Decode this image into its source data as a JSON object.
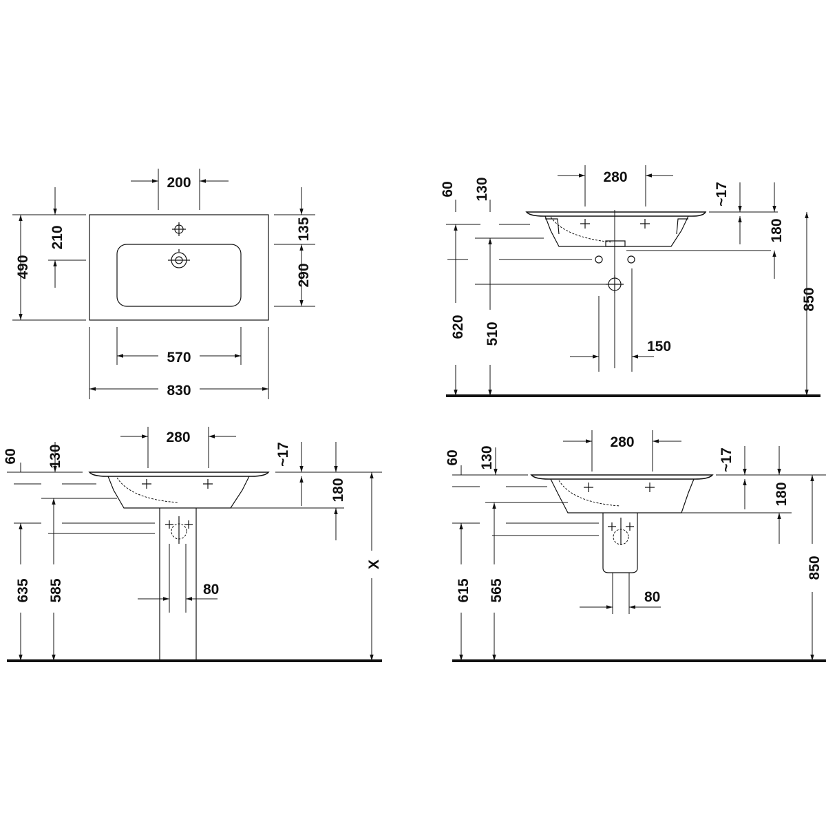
{
  "plan_view": {
    "tap_spacing": "200",
    "tap_hole_depth": "210",
    "total_depth": "490",
    "rim_to_bowl": "135",
    "bowl_depth": "290",
    "bowl_width": "570",
    "total_width": "830"
  },
  "wall_hung_view": {
    "d60": "60",
    "d130": "130",
    "d280": "280",
    "d17": "~17",
    "d180": "180",
    "height": "850",
    "d620": "620",
    "d510": "510",
    "d150": "150"
  },
  "pedestal_view": {
    "d60": "60",
    "d130": "130",
    "d280": "280",
    "d17": "~17",
    "d180": "180",
    "height": "X",
    "d635": "635",
    "d585": "585",
    "d80": "80"
  },
  "semi_pedestal_view": {
    "d60": "60",
    "d130": "130",
    "d280": "280",
    "d17": "~17",
    "d180": "180",
    "height": "850",
    "d615": "615",
    "d565": "565",
    "d80": "80"
  }
}
